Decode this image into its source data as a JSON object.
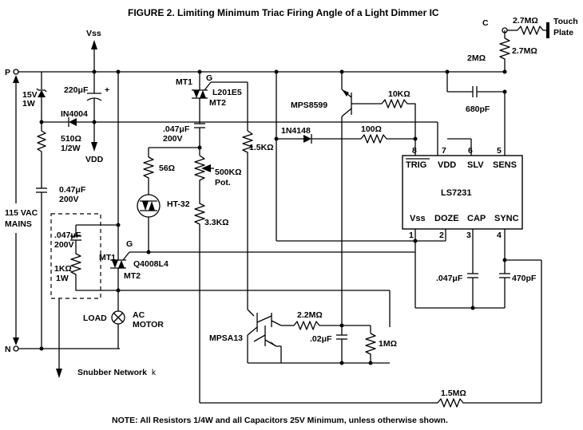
{
  "title": "FIGURE 2.  Limiting Minimum Triac Firing Angle of a Light Dimmer IC",
  "note": "NOTE:  All Resistors 1/4W and all Capacitors 25V Minimum, unless otherwise shown.",
  "nodes": {
    "p": "P",
    "n": "N",
    "c": "C",
    "vss": "Vss",
    "vdd": "VDD",
    "touch_plate": [
      "Touch",
      "Plate"
    ]
  },
  "mains": [
    "115 VAC",
    "MAINS"
  ],
  "load": [
    "LOAD"
  ],
  "motor": [
    "AC",
    "MOTOR"
  ],
  "snubber": "Snubber Network",
  "snubber_mark": "k",
  "components": {
    "zener": [
      "15V",
      "1W"
    ],
    "diode_in4004": "IN4004",
    "r510": [
      "510Ω",
      "1/2W"
    ],
    "c047_main": [
      ".047μF",
      "200V"
    ],
    "cap220": "220μF",
    "plus": "+",
    "c047_dc": [
      "0.47μF",
      "200V"
    ],
    "snub_cap": [
      ".047μF",
      "200V"
    ],
    "snub_res": [
      "1KΩ",
      "1W"
    ],
    "r56": "56Ω",
    "pot": [
      "500KΩ",
      "Pot."
    ],
    "diac": "HT-32",
    "r33k": "3.3KΩ",
    "r15k": "1.5KΩ",
    "triac_main": "L201E5",
    "triac_q": "Q4008L4",
    "mt1": "MT1",
    "mt2": "MT2",
    "gate": "G",
    "in4148": "1N4148",
    "r100": "100Ω",
    "mps8599": "MPS8599",
    "r10k": "10KΩ",
    "r2m": "2MΩ",
    "c680": "680pF",
    "r27m_top": "2.7MΩ",
    "r27m_side": "2.7MΩ",
    "mpsa13": "MPSA13",
    "r22m": "2.2MΩ",
    "c02": ".02μF",
    "r1m": "1MΩ",
    "c047_cap": ".047μF",
    "c470": "470pF",
    "r15m": "1.5MΩ"
  },
  "ic": {
    "name": "LS7231",
    "top_pins": [
      {
        "num": "8",
        "label": "TRIG"
      },
      {
        "num": "7",
        "label": "VDD"
      },
      {
        "num": "6",
        "label": "SLV"
      },
      {
        "num": "5",
        "label": "SENS"
      }
    ],
    "bottom_pins": [
      {
        "num": "1",
        "label": "Vss"
      },
      {
        "num": "2",
        "label": "DOZE"
      },
      {
        "num": "3",
        "label": "CAP"
      },
      {
        "num": "4",
        "label": "SYNC"
      }
    ]
  }
}
